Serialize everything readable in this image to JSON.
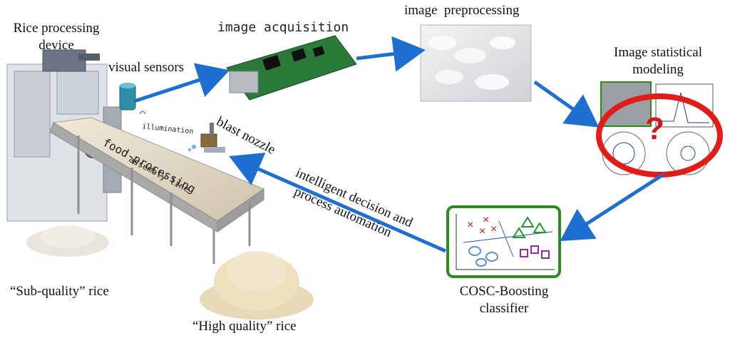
{
  "labels": {
    "rice_processing_device": "Rice processing\ndevice",
    "visual_sensors": "visual sensors",
    "illumination": "illumination",
    "image_acquisition": "image acquisition",
    "image_preprocessing": "image  preprocessing",
    "image_statistical_modeling": "Image statistical\nmodeling",
    "blast_nozzle": "blast nozzle",
    "food_processing": "food-processing",
    "assembly_line": "assembly line",
    "intelligent_decision": "intelligent decision and",
    "process_automation": "process automation",
    "sub_quality_rice": "“Sub-quality” rice",
    "high_quality_rice": "“High quality” rice",
    "cosc_classifier": "COSC-Boosting\nclassifier"
  },
  "colors": {
    "arrow": "#1f6fd1",
    "classifier_border": "#2e8b1e",
    "modeling_ring": "#e21b1b",
    "belt": "#b9b9b9",
    "machine": "#d8dce2"
  }
}
